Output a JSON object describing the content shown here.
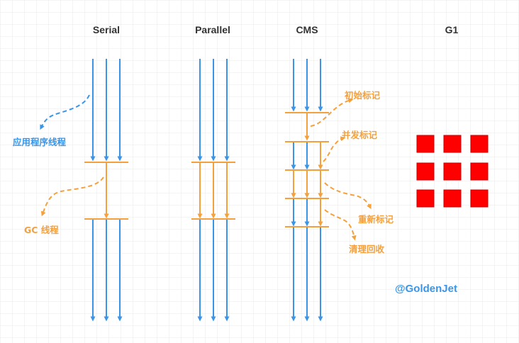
{
  "headers": {
    "serial": "Serial",
    "parallel": "Parallel",
    "cms": "CMS",
    "g1": "G1"
  },
  "labels": {
    "app_threads": "应用程序线程",
    "gc_threads": "GC 线程",
    "initial_mark": "初始标记",
    "concurrent_mark": "并发标记",
    "remark": "重新标记",
    "concurrent_sweep": "清理回收"
  },
  "watermark": "@GoldenJet",
  "colors": {
    "app_thread": "#3a95e8",
    "gc_thread": "#f4a03c",
    "region": "#ff0000",
    "grid": "#e6e6e6",
    "header": "#333333"
  }
}
